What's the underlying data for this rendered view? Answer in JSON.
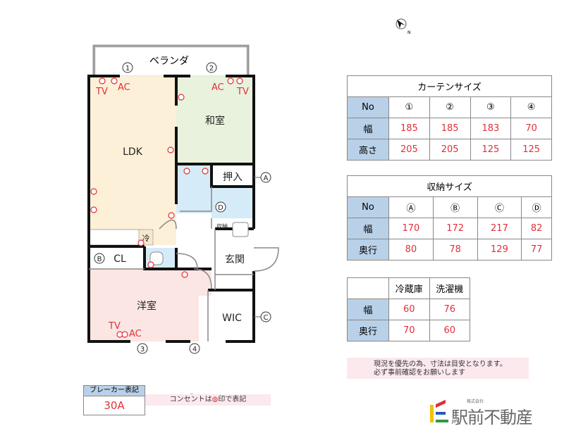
{
  "floorplan": {
    "veranda": "ベランダ",
    "rooms": {
      "ldk": "LDK",
      "washitsu": "和室",
      "oshiire": "押入",
      "cl": "CL",
      "youshitsu": "洋室",
      "genkan": "玄関",
      "wic": "WIC",
      "shuno": "収納",
      "reizo": "冷"
    },
    "window_markers": [
      "1",
      "2",
      "3",
      "4"
    ],
    "storage_markers": [
      "A",
      "B",
      "C",
      "D"
    ],
    "labels": {
      "tv": "TV",
      "ac": "AC"
    }
  },
  "curtain_table": {
    "title": "カーテンサイズ",
    "header": [
      "No",
      "①",
      "②",
      "③",
      "④"
    ],
    "rows": [
      {
        "label": "幅",
        "values": [
          "185",
          "185",
          "183",
          "70"
        ]
      },
      {
        "label": "高さ",
        "values": [
          "205",
          "205",
          "125",
          "125"
        ]
      }
    ]
  },
  "storage_table": {
    "title": "収納サイズ",
    "header": [
      "No",
      "Ⓐ",
      "Ⓑ",
      "Ⓒ",
      "Ⓓ"
    ],
    "rows": [
      {
        "label": "幅",
        "values": [
          "170",
          "172",
          "217",
          "82"
        ]
      },
      {
        "label": "奥行",
        "values": [
          "80",
          "78",
          "129",
          "77"
        ]
      }
    ]
  },
  "appliance_table": {
    "header": [
      "",
      "冷蔵庫",
      "洗濯機"
    ],
    "rows": [
      {
        "label": "幅",
        "values": [
          "60",
          "76"
        ]
      },
      {
        "label": "奥行",
        "values": [
          "70",
          "60"
        ]
      }
    ]
  },
  "notice": {
    "line1": "現況を優先の為、寸法は目安となります。",
    "line2": "必ず事前確認をお願いします"
  },
  "breaker": {
    "label": "ブレーカー表記",
    "value": "30A"
  },
  "outlet_note": {
    "before": "コンセントは",
    "after": "印で表記"
  },
  "logo": {
    "company_small": "株式会社",
    "company": "駅前不動産"
  },
  "colors": {
    "accent": "#e0303a",
    "header_blue": "#b9d1e8",
    "ldk": "#fdf0d9",
    "washitsu": "#e9f2dc",
    "youshitsu": "#fbe6e3",
    "wet": "#d6ebf8"
  }
}
